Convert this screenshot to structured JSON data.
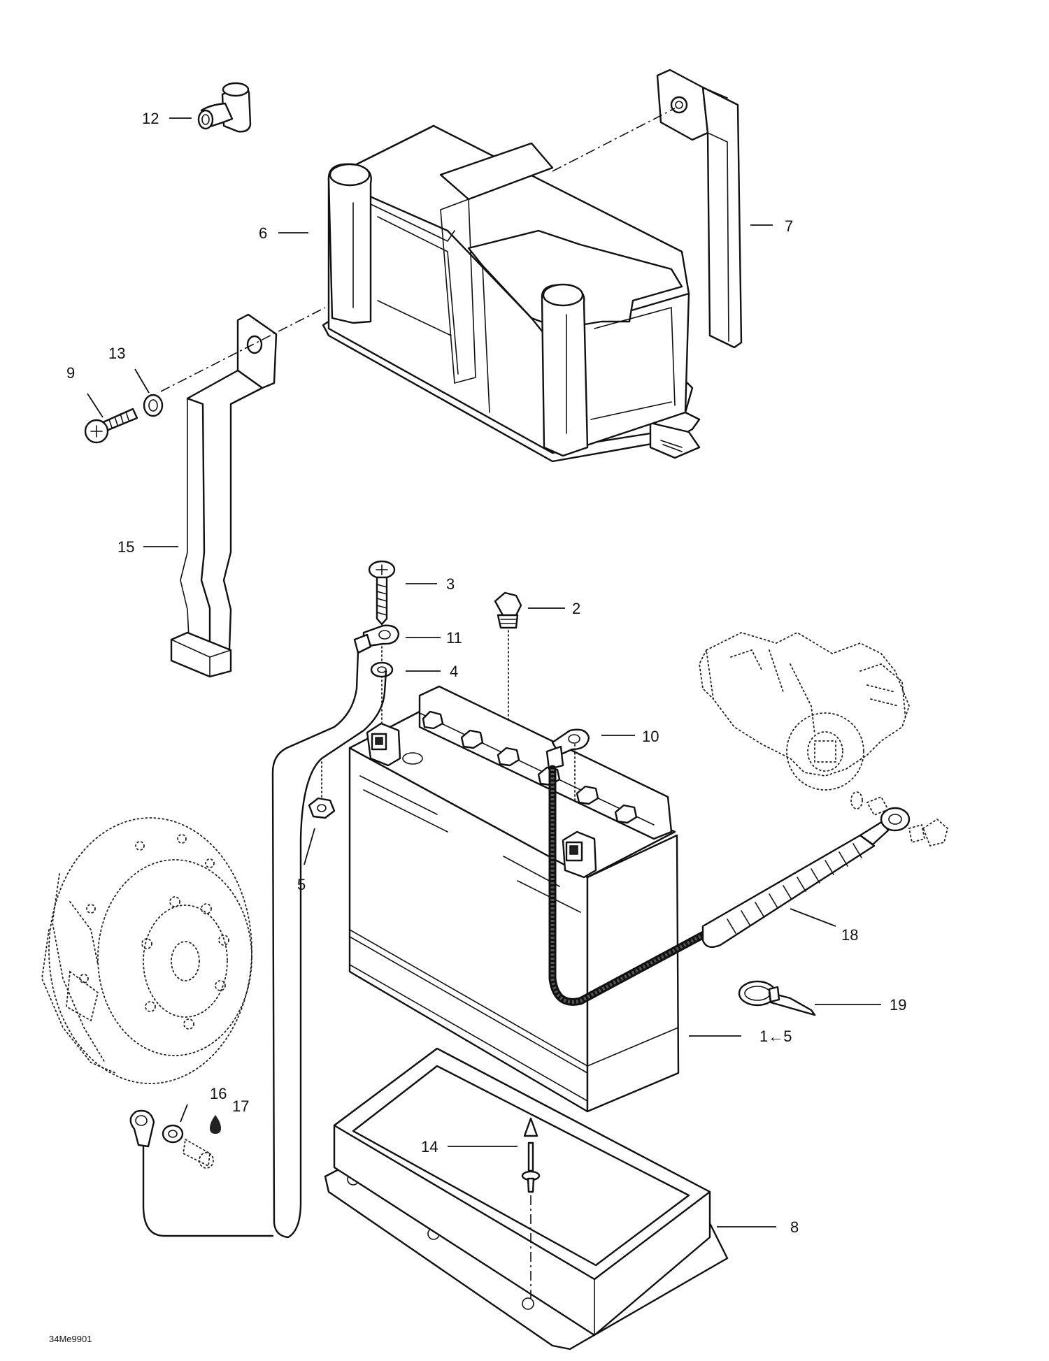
{
  "figure": {
    "code": "34Me9901"
  },
  "callouts": [
    {
      "id": "c12",
      "text": "12"
    },
    {
      "id": "c6",
      "text": "6"
    },
    {
      "id": "c7",
      "text": "7"
    },
    {
      "id": "c13",
      "text": "13"
    },
    {
      "id": "c9",
      "text": "9"
    },
    {
      "id": "c15",
      "text": "15"
    },
    {
      "id": "c3",
      "text": "3"
    },
    {
      "id": "c2",
      "text": "2"
    },
    {
      "id": "c11",
      "text": "11"
    },
    {
      "id": "c4",
      "text": "4"
    },
    {
      "id": "c10",
      "text": "10"
    },
    {
      "id": "c5",
      "text": "5"
    },
    {
      "id": "c18",
      "text": "18"
    },
    {
      "id": "c19",
      "text": "19"
    },
    {
      "id": "c1_5",
      "text": "1←5"
    },
    {
      "id": "c16",
      "text": "16"
    },
    {
      "id": "c17",
      "text": "17"
    },
    {
      "id": "c14",
      "text": "14"
    },
    {
      "id": "c8",
      "text": "8"
    }
  ]
}
